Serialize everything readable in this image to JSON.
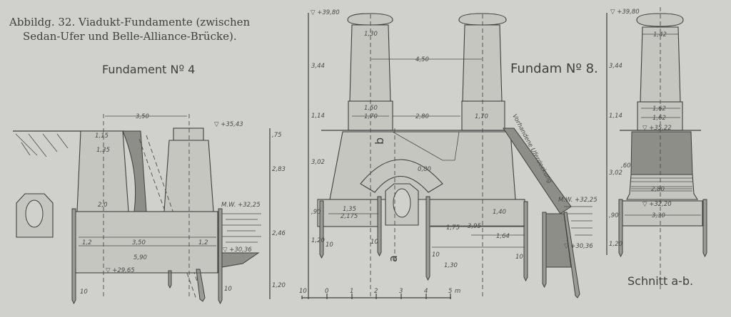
{
  "caption": {
    "line1": "Abbildg. 32. Viadukt-Fundamente (zwischen",
    "line2": "Sedan-Ufer und Belle-Alliance-Brücke)."
  },
  "fundament4": {
    "title": "Fundament Nº 4",
    "dims": {
      "top_width": "3,50",
      "level_top": "▽ +35,43",
      "d115": "1,15",
      "d135": "1,35",
      "d20": "2,0",
      "d12a": "1,2",
      "d350": "3,50",
      "d12b": "1,2",
      "d590": "5,90",
      "level_bottom": "▽ +29,65",
      "mw": "M.W. +32,25",
      "level_water_bed": "▽ +30,36",
      "v75": ",75",
      "v283": "2,83",
      "v246": "2,46",
      "v120": "1,20",
      "pile_left": "10",
      "pile_right": "10"
    }
  },
  "fundament8": {
    "title": "Fundam Nº 8.",
    "dims": {
      "level_top": "▽ +39,80",
      "d130": "1,30",
      "d450": "4,50",
      "d150": "1,50",
      "d170a": "1,70",
      "d280": "2,80",
      "d170b": "1,70",
      "v344": "3,44",
      "v114": "1,14",
      "v302": "3,02",
      "v90": ",90",
      "v120": "1,20",
      "d135": "1,35",
      "d2175": "2,175",
      "d175": "1,75",
      "d395": "3,95",
      "d140": "1,40",
      "d164": "1,64",
      "v130": "1,30",
      "arch": "0,80",
      "mw": "M.W. +32,25",
      "level_bed": "▽ +30,36",
      "embankment": "Vorhandene Uferdeckung",
      "section_a": "a",
      "section_b": "b",
      "piles": [
        "10",
        "10",
        "10",
        "10"
      ]
    },
    "scale": {
      "ticks": [
        "10",
        "0",
        "1",
        "2",
        "3",
        "4",
        "5"
      ],
      "unit": "m"
    }
  },
  "schnitt": {
    "title": "Schnitt a-b.",
    "dims": {
      "level_top": "▽ +39,80",
      "d142": "1,42",
      "d162a": "1,62",
      "d162b": "1,62",
      "level_ground": "▽ +35,22",
      "d280": "2,80",
      "level_base": "▽ +32,20",
      "d330": "3,30",
      "v344": "3,44",
      "v114": "1,14",
      "v302": "3,02",
      "v90": ",90",
      "v120": "1,20",
      "v60": ",60"
    }
  }
}
